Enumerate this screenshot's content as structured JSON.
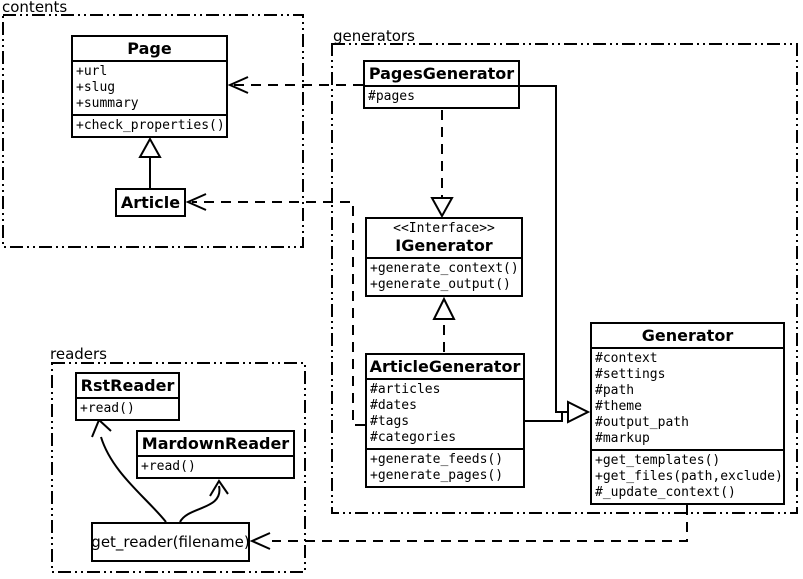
{
  "packages": {
    "contents": {
      "label": "contents"
    },
    "generators": {
      "label": "generators"
    },
    "readers": {
      "label": "readers"
    }
  },
  "classes": {
    "page": {
      "name": "Page",
      "attributes": [
        "+url",
        "+slug",
        "+summary"
      ],
      "methods": [
        "+check_properties()"
      ]
    },
    "article": {
      "name": "Article"
    },
    "pages_generator": {
      "name": "PagesGenerator",
      "attributes": [
        "#pages"
      ]
    },
    "igenerator": {
      "stereotype": "<<Interface>>",
      "name": "IGenerator",
      "methods": [
        "+generate_context()",
        "+generate_output()"
      ]
    },
    "article_generator": {
      "name": "ArticleGenerator",
      "attributes": [
        "#articles",
        "#dates",
        "#tags",
        "#categories"
      ],
      "methods": [
        "+generate_feeds()",
        "+generate_pages()"
      ]
    },
    "generator": {
      "name": "Generator",
      "attributes": [
        "#context",
        "#settings",
        "#path",
        "#theme",
        "#output_path",
        "#markup"
      ],
      "methods": [
        "+get_templates()",
        "+get_files(path,exclude)",
        "#_update_context()"
      ]
    },
    "rst_reader": {
      "name": "RstReader",
      "methods": [
        "+read()"
      ]
    },
    "markdown_reader": {
      "name": "MardownReader",
      "methods": [
        "+read()"
      ]
    }
  },
  "functions": {
    "get_reader": {
      "label": "get_reader(filename)"
    }
  },
  "relationships": [
    {
      "from": "Article",
      "to": "Page",
      "type": "inheritance"
    },
    {
      "from": "PagesGenerator",
      "to": "Page",
      "type": "dependency"
    },
    {
      "from": "ArticleGenerator",
      "to": "Article",
      "type": "dependency"
    },
    {
      "from": "PagesGenerator",
      "to": "IGenerator",
      "type": "realization"
    },
    {
      "from": "ArticleGenerator",
      "to": "IGenerator",
      "type": "realization"
    },
    {
      "from": "PagesGenerator",
      "to": "Generator",
      "type": "inheritance"
    },
    {
      "from": "ArticleGenerator",
      "to": "Generator",
      "type": "inheritance"
    },
    {
      "from": "Generator",
      "to": "get_reader(filename)",
      "type": "dependency"
    },
    {
      "from": "get_reader(filename)",
      "to": "RstReader",
      "type": "association"
    },
    {
      "from": "get_reader(filename)",
      "to": "MardownReader",
      "type": "association"
    }
  ],
  "colors": {
    "line": "#000000",
    "background": "#ffffff"
  }
}
